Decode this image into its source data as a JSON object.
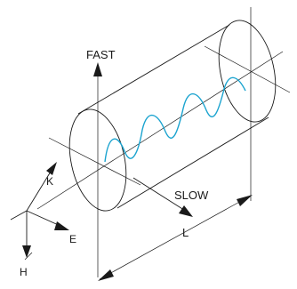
{
  "labels": {
    "fast": "FAST",
    "slow": "SLOW",
    "length": "L",
    "k": "K",
    "e": "E",
    "h": "H"
  },
  "colors": {
    "line": "#1a1a1a",
    "wave": "#1aa3cf",
    "background": "#ffffff"
  }
}
